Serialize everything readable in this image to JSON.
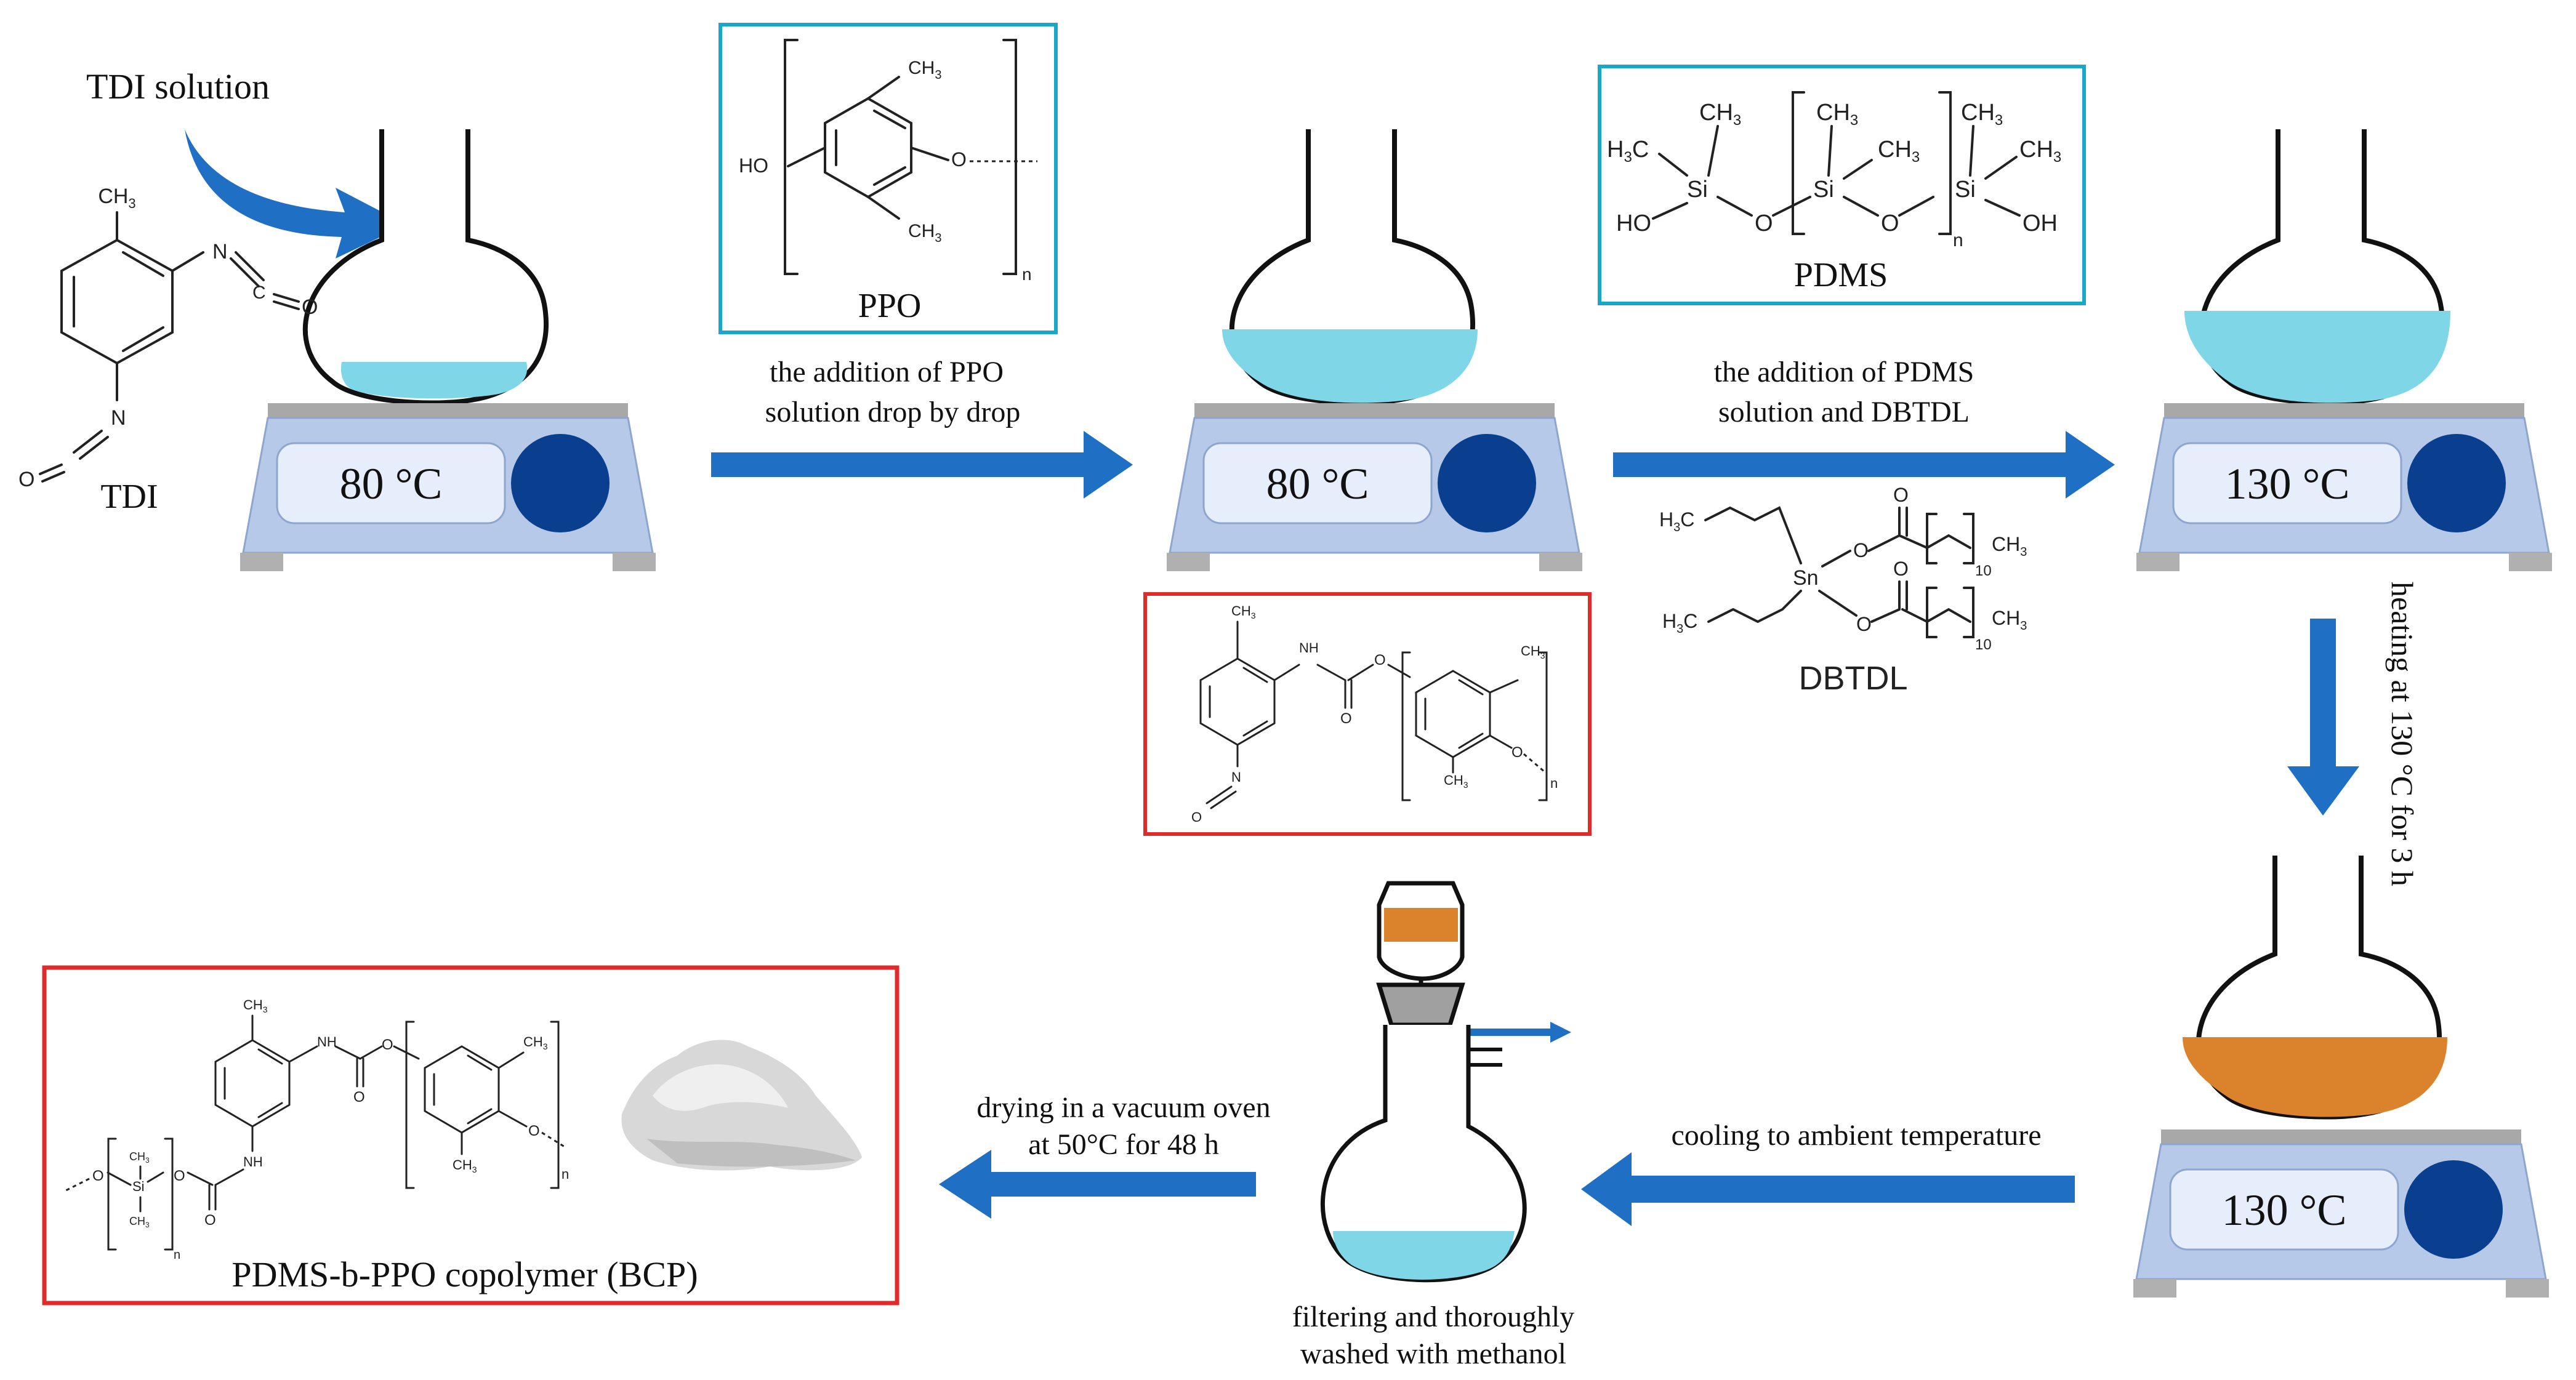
{
  "colors": {
    "arrow": "#1f6fc5",
    "liquid_blue": "#7fd6e6",
    "liquid_orange": "#db822d",
    "plate_body": "#b7c9e8",
    "plate_top": "#a8a8a8",
    "display": "#e6eefb",
    "knob": "#0a3f8f",
    "box_blue": "#1aa7c9",
    "box_red": "#e02b2b"
  },
  "labels": {
    "tdi_solution": "TDI solution",
    "tdi": "TDI",
    "ppo": "PPO",
    "pdms": "PDMS",
    "dbtdl": "DBTDL",
    "step_ppo": [
      "the addition of PPO",
      "solution drop by drop"
    ],
    "step_pdms": [
      "the addition of PDMS",
      "solution and DBTDL"
    ],
    "step_heating": "heating at 130 °C for 3 h",
    "step_cooling": "cooling to ambient temperature",
    "step_filtering": [
      "filtering and thoroughly",
      "washed with methanol"
    ],
    "step_drying": [
      "drying in a vacuum oven",
      "at 50°C for 48 h"
    ],
    "product": "PDMS-b-PPO copolymer (BCP)"
  },
  "temps": {
    "plate1": "80 °C",
    "plate2": "80 °C",
    "plate3": "130 °C",
    "plate4": "130 °C"
  },
  "chem_text": {
    "ch3": "CH",
    "sub3": "3",
    "h3c": "H",
    "ho": "HO",
    "oh": "OH",
    "o": "O",
    "n": "N",
    "nh": "NH",
    "si": "Si",
    "sn": "Sn",
    "n_index": "n",
    "ten": "10",
    "c": "C"
  }
}
